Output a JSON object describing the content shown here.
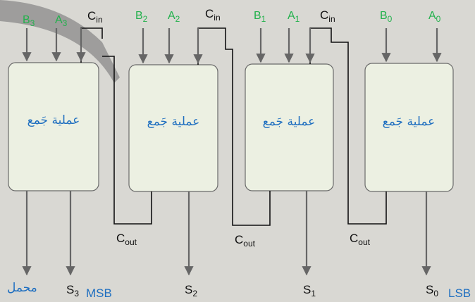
{
  "adders": [
    {
      "title": "عملية جَمع",
      "b": "B",
      "b_sub": "3",
      "a": "A",
      "a_sub": "3",
      "cin": "C",
      "cin_sub": "in",
      "s": "S",
      "s_sub": "3",
      "side": "MSB"
    },
    {
      "title": "عملية جَمع",
      "b": "B",
      "b_sub": "2",
      "a": "A",
      "a_sub": "2",
      "cin": "C",
      "cin_sub": "in",
      "s": "S",
      "s_sub": "2",
      "cout": "C",
      "cout_sub": "out"
    },
    {
      "title": "عملية جَمع",
      "b": "B",
      "b_sub": "1",
      "a": "A",
      "a_sub": "1",
      "cin": "C",
      "cin_sub": "in",
      "s": "S",
      "s_sub": "1",
      "cout": "C",
      "cout_sub": "out"
    },
    {
      "title": "عملية جَمع",
      "b": "B",
      "b_sub": "0",
      "a": "A",
      "a_sub": "0",
      "s": "S",
      "s_sub": "0",
      "side": "LSB",
      "cout": "C",
      "cout_sub": "out"
    }
  ],
  "carry_output_label": "محمل",
  "colors": {
    "input": "#22b14c",
    "label_blue": "#1f6fc0",
    "box_fill": "#ecf0e2",
    "background": "#d9d8d3"
  }
}
